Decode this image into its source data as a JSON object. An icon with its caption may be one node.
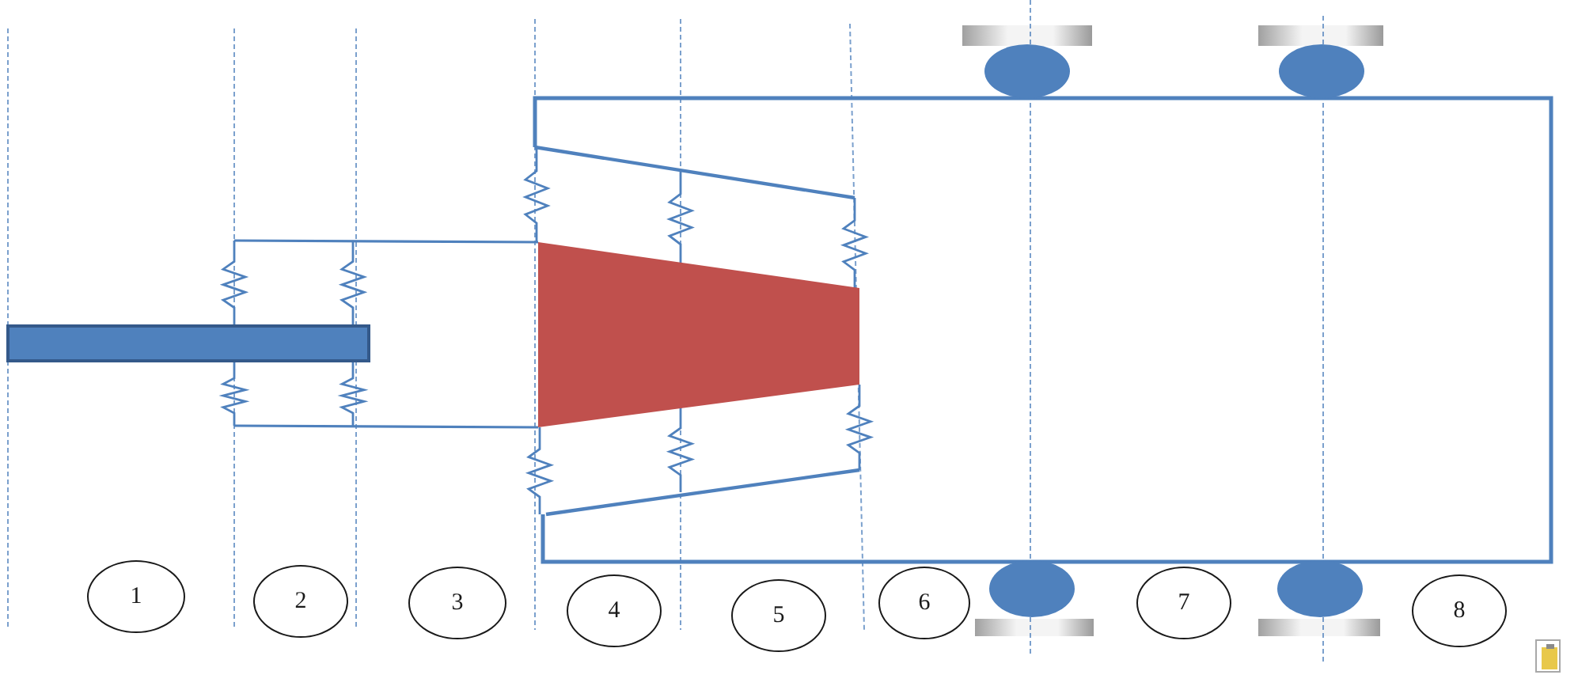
{
  "diagram": {
    "nodes": [
      {
        "text": [],
        "shape": "trapezoid"
      },
      {
        "text": [],
        "shape": "bar"
      },
      {
        "text": [
          "1"
        ]
      },
      {
        "text": [
          "2"
        ]
      },
      {
        "text": [
          "3"
        ]
      },
      {
        "text": [
          "4"
        ]
      },
      {
        "text": [
          "5"
        ]
      },
      {
        "text": [
          "6"
        ]
      },
      {
        "text": [
          "7"
        ]
      },
      {
        "text": [
          "8"
        ]
      }
    ]
  }
}
